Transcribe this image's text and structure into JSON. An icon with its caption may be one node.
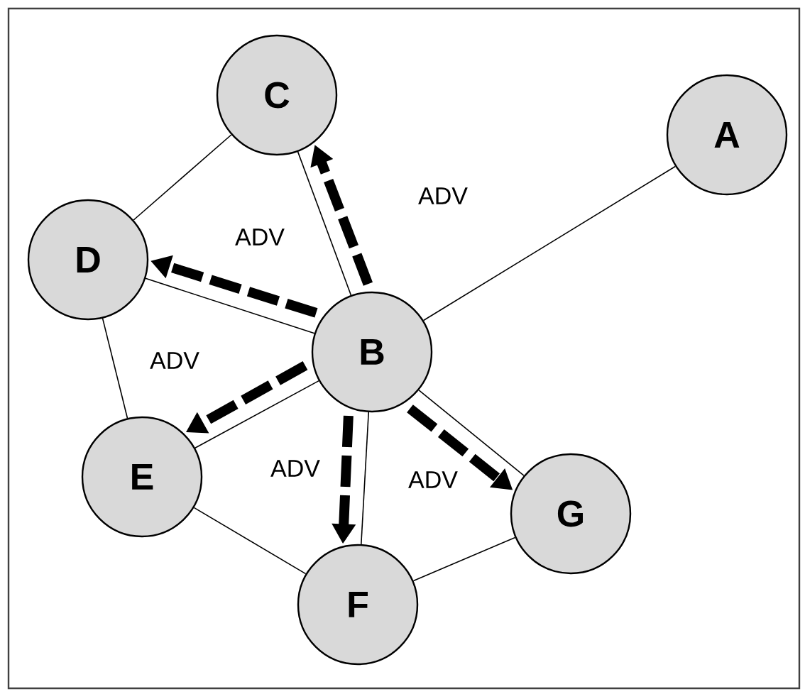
{
  "diagram": {
    "nodes": [
      {
        "text": [
          "C"
        ]
      },
      {
        "text": [
          "A"
        ]
      },
      {
        "text": [
          "D"
        ]
      },
      {
        "text": [
          "B"
        ]
      },
      {
        "text": [
          "E"
        ]
      },
      {
        "text": [
          "G"
        ]
      },
      {
        "text": [
          "F"
        ]
      }
    ],
    "edges": [
      {
        "from": 0,
        "to": 2,
        "arrow": "none"
      },
      {
        "from": 0,
        "to": 3,
        "arrow": "none"
      },
      {
        "from": 2,
        "to": 3,
        "arrow": "none"
      },
      {
        "from": 2,
        "to": 4,
        "arrow": "none"
      },
      {
        "from": 3,
        "to": 1,
        "arrow": "none"
      },
      {
        "from": 3,
        "to": 4,
        "arrow": "none"
      },
      {
        "from": 3,
        "to": 6,
        "arrow": "none"
      },
      {
        "from": 3,
        "to": 5,
        "arrow": "none"
      },
      {
        "from": 4,
        "to": 6,
        "arrow": "none"
      },
      {
        "from": 6,
        "to": 5,
        "arrow": "none"
      },
      {
        "from": 3,
        "to": 0,
        "arrow": "to",
        "style": "dashed",
        "label": "ADV"
      },
      {
        "from": 3,
        "to": 2,
        "arrow": "to",
        "style": "dashed",
        "label": "ADV"
      },
      {
        "from": 3,
        "to": 4,
        "arrow": "to",
        "style": "dashed",
        "label": "ADV"
      },
      {
        "from": 3,
        "to": 6,
        "arrow": "to",
        "style": "dashed",
        "label": "ADV"
      },
      {
        "from": 3,
        "to": 5,
        "arrow": "to",
        "style": "dashed",
        "label": "ADV"
      }
    ]
  }
}
